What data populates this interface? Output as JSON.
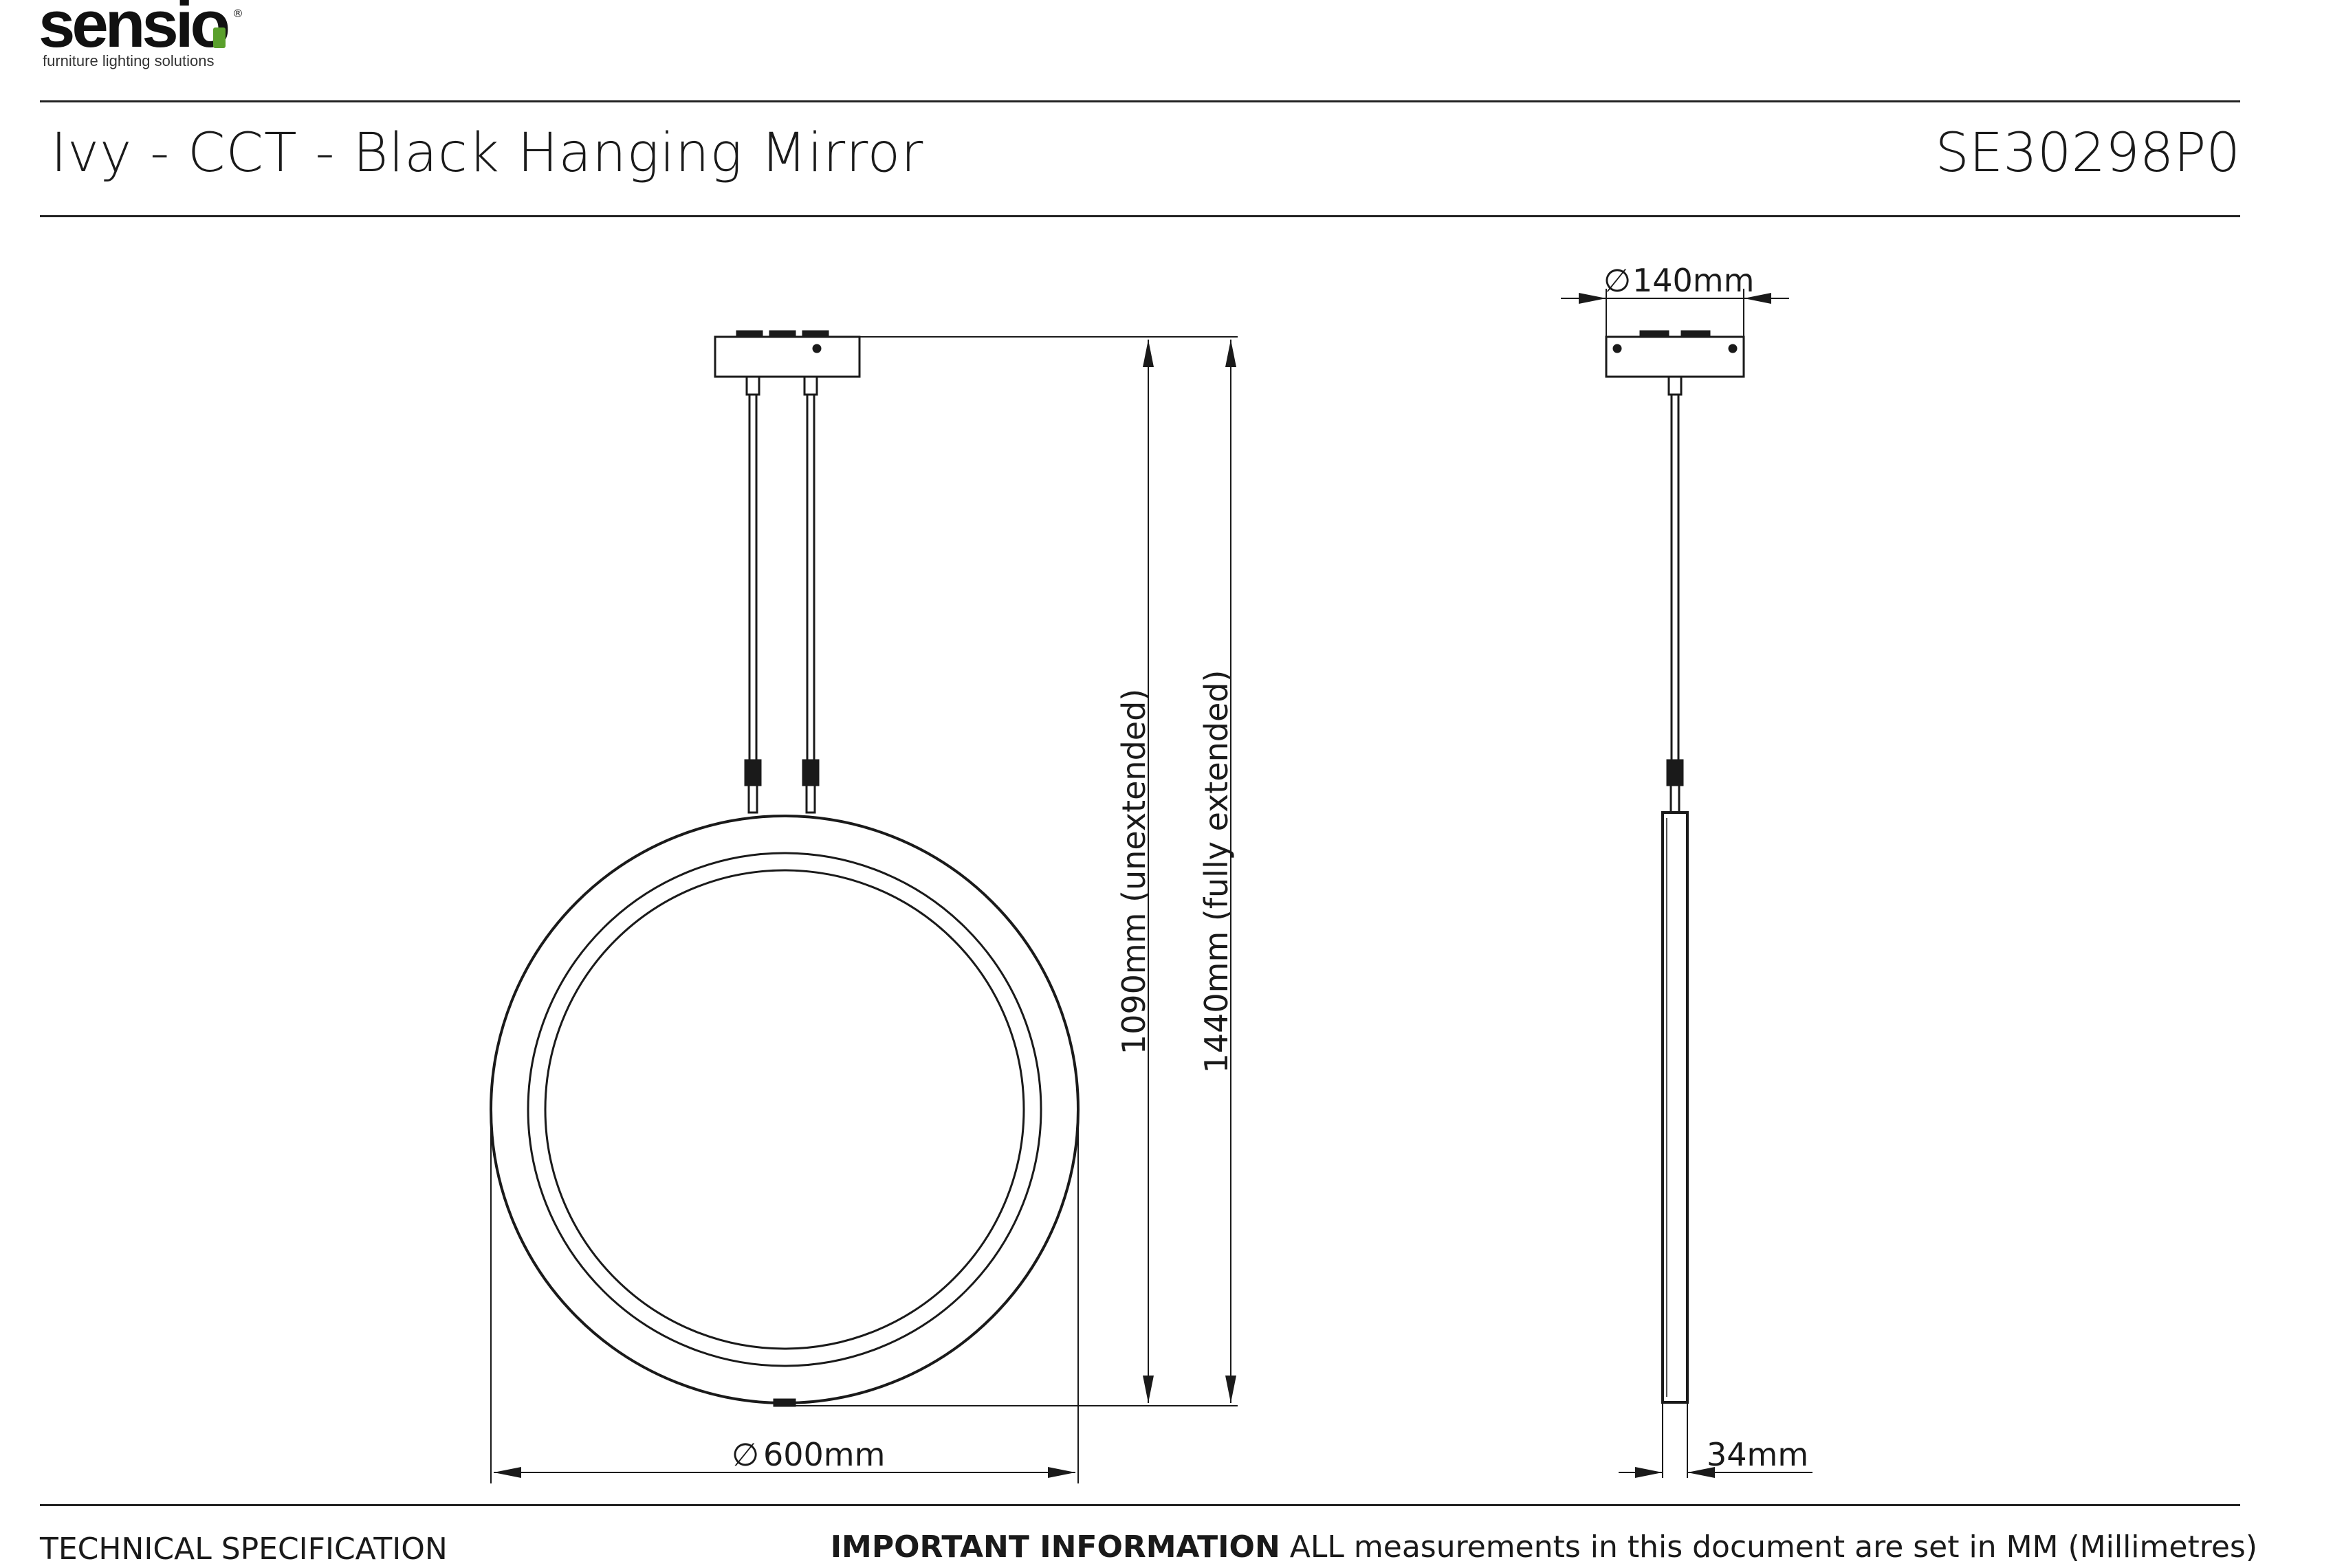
{
  "brand": {
    "name": "sensio",
    "tagline": "furniture lighting solutions"
  },
  "header": {
    "title": "Ivy - CCT - Black Hanging Mirror",
    "code": "SE30298P0"
  },
  "dimensions": {
    "mirror_diameter": "600mm",
    "height_unextended": "1090mm (unextended)",
    "height_extended": "1440mm (fully extended)",
    "canopy_diameter": "140mm",
    "depth": "34mm",
    "diameter_symbol": "∅"
  },
  "footer": {
    "left": "TECHNICAL SPECIFICATION",
    "important_label": "IMPORTANT INFORMATION",
    "important_text": " ALL measurements in this document are set in MM (Millimetres)"
  },
  "colors": {
    "line": "#1a1a1a",
    "brand_accent": "#5aa02c"
  }
}
